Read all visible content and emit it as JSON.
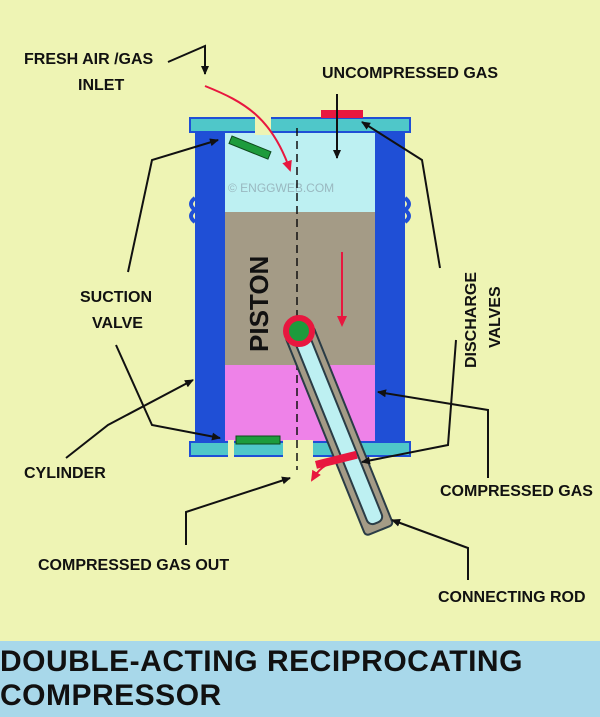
{
  "labels": {
    "fresh_air_line1": "FRESH AIR /GAS",
    "fresh_air_line2": "INLET",
    "uncompressed_gas": "UNCOMPRESSED GAS",
    "suction_line1": "SUCTION",
    "suction_line2": "VALVE",
    "discharge_line1": "DISCHARGE",
    "discharge_line2": "VALVES",
    "cylinder": "CYLINDER",
    "compressed_gas": "COMPRESSED GAS",
    "compressed_gas_out": "COMPRESSED GAS OUT",
    "connecting_rod": "CONNECTING ROD",
    "piston": "PISTON",
    "watermark": "© ENGGWEB.COM"
  },
  "title": "DOUBLE-ACTING RECIPROCATING COMPRESSOR",
  "colors": {
    "background": "#eef4b4",
    "cylinder_wall": "#1f4fd6",
    "head_plate": "#4fc7c9",
    "upper_chamber": "#bdf0f2",
    "piston": "#a49b86",
    "lower_chamber": "#ee82e8",
    "valve_green": "#1d9b3c",
    "valve_red": "#e8173f",
    "flow_arrow": "#e8173f",
    "footer": "#a8d8ea"
  }
}
